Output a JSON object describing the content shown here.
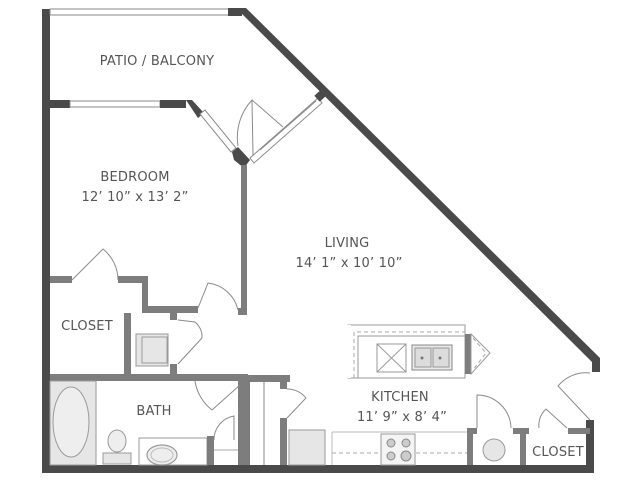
{
  "rooms": {
    "patio": {
      "name": "PATIO / BALCONY"
    },
    "bedroom": {
      "name": "BEDROOM",
      "dimensions": "12’ 10” x 13’ 2”"
    },
    "living": {
      "name": "LIVING",
      "dimensions": "14’ 1” x 10’ 10”"
    },
    "closet_bedroom": {
      "name": "CLOSET"
    },
    "bath": {
      "name": "BATH"
    },
    "kitchen": {
      "name": "KITCHEN",
      "dimensions": "11’ 9” x 8’ 4”"
    },
    "closet_entry": {
      "name": "CLOSET"
    }
  },
  "colors": {
    "exterior_wall": "#4a4a4a",
    "interior_wall": "#7d7d7d",
    "fixture_fill": "#e6e6e6",
    "label_text": "#555555"
  }
}
